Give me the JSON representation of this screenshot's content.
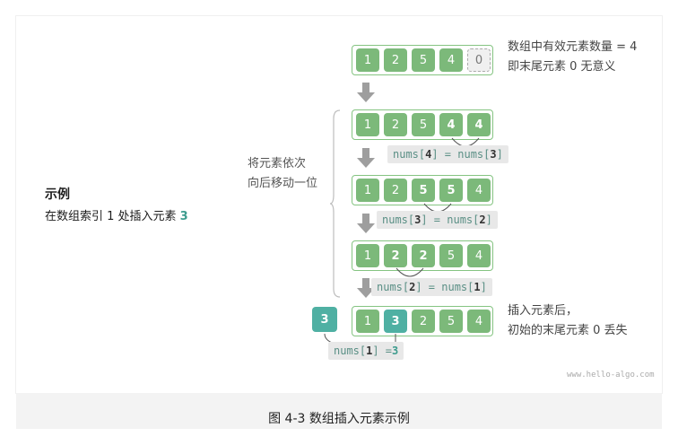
{
  "left": {
    "title": "示例",
    "desc_prefix": "在数组索引 1 处插入元素 ",
    "desc_value": "3"
  },
  "side_label": [
    "将元素依次",
    "向后移动一位"
  ],
  "note_top": [
    "数组中有效元素数量 = 4",
    "即末尾元素 0 无意义"
  ],
  "note_bottom": [
    "插入元素后，",
    "初始的末尾元素 0 丢失"
  ],
  "rows": [
    {
      "cells": [
        "1",
        "2",
        "5",
        "4",
        "0"
      ],
      "styles": [
        "n",
        "n",
        "n",
        "n",
        "empty"
      ]
    },
    {
      "cells": [
        "1",
        "2",
        "5",
        "4",
        "4"
      ],
      "styles": [
        "n",
        "n",
        "n",
        "b",
        "b"
      ]
    },
    {
      "cells": [
        "1",
        "2",
        "5",
        "5",
        "4"
      ],
      "styles": [
        "n",
        "n",
        "b",
        "b",
        "n"
      ]
    },
    {
      "cells": [
        "1",
        "2",
        "2",
        "5",
        "4"
      ],
      "styles": [
        "n",
        "b",
        "b",
        "n",
        "n"
      ]
    },
    {
      "cells": [
        "1",
        "3",
        "2",
        "5",
        "4"
      ],
      "styles": [
        "n",
        "teal",
        "n",
        "n",
        "n"
      ]
    }
  ],
  "ops": [
    {
      "a": "nums[",
      "i": "4",
      "b": "] = nums[",
      "j": "3",
      "c": "]"
    },
    {
      "a": "nums[",
      "i": "3",
      "b": "] = nums[",
      "j": "2",
      "c": "]"
    },
    {
      "a": "nums[",
      "i": "2",
      "b": "] = nums[",
      "j": "1",
      "c": "]"
    },
    {
      "a": "nums[",
      "i": "1",
      "b": "] = ",
      "j": "3",
      "c": ""
    }
  ],
  "insert_value": "3",
  "watermark": "www.hello-algo.com",
  "caption": "图 4-3   数组插入元素示例",
  "colors": {
    "green": "#7cb97a",
    "teal": "#4fb0a3",
    "border": "#85c482"
  }
}
